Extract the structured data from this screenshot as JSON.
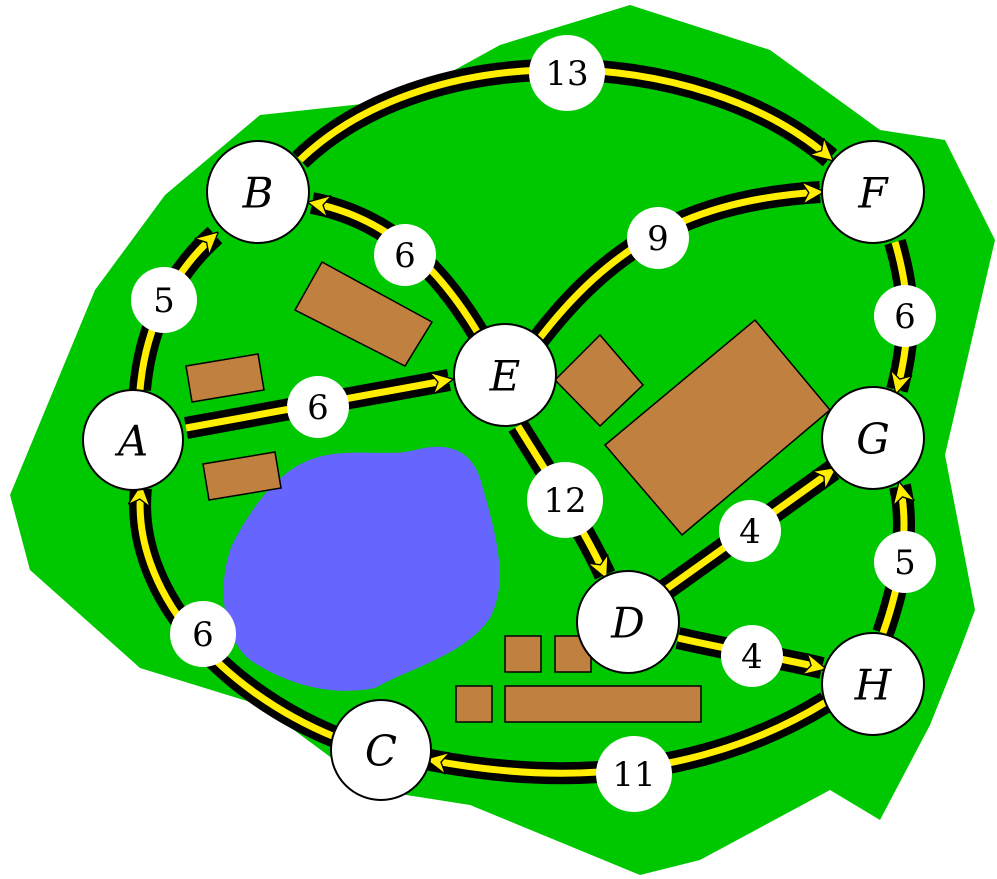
{
  "colors": {
    "land": "#00c800",
    "lake": "#6666ff",
    "building": "#c08040",
    "road_outer": "#000000",
    "road_inner": "#ffee00",
    "node_fill": "#ffffff"
  },
  "nodes": {
    "A": {
      "label": "A"
    },
    "B": {
      "label": "B"
    },
    "C": {
      "label": "C"
    },
    "D": {
      "label": "D"
    },
    "E": {
      "label": "E"
    },
    "F": {
      "label": "F"
    },
    "G": {
      "label": "G"
    },
    "H": {
      "label": "H"
    }
  },
  "edges": [
    {
      "from": "A",
      "to": "B",
      "weight": "5"
    },
    {
      "from": "B",
      "to": "F",
      "weight": "13"
    },
    {
      "from": "E",
      "to": "B",
      "weight": "6"
    },
    {
      "from": "A",
      "to": "E",
      "weight": "6"
    },
    {
      "from": "E",
      "to": "F",
      "weight": "9"
    },
    {
      "from": "F",
      "to": "G",
      "weight": "6"
    },
    {
      "from": "E",
      "to": "D",
      "weight": "12"
    },
    {
      "from": "D",
      "to": "G",
      "weight": "4"
    },
    {
      "from": "D",
      "to": "H",
      "weight": "4"
    },
    {
      "from": "H",
      "to": "G",
      "weight": "5"
    },
    {
      "from": "C",
      "to": "A",
      "weight": "6"
    },
    {
      "from": "H",
      "to": "C",
      "weight": "11"
    }
  ]
}
